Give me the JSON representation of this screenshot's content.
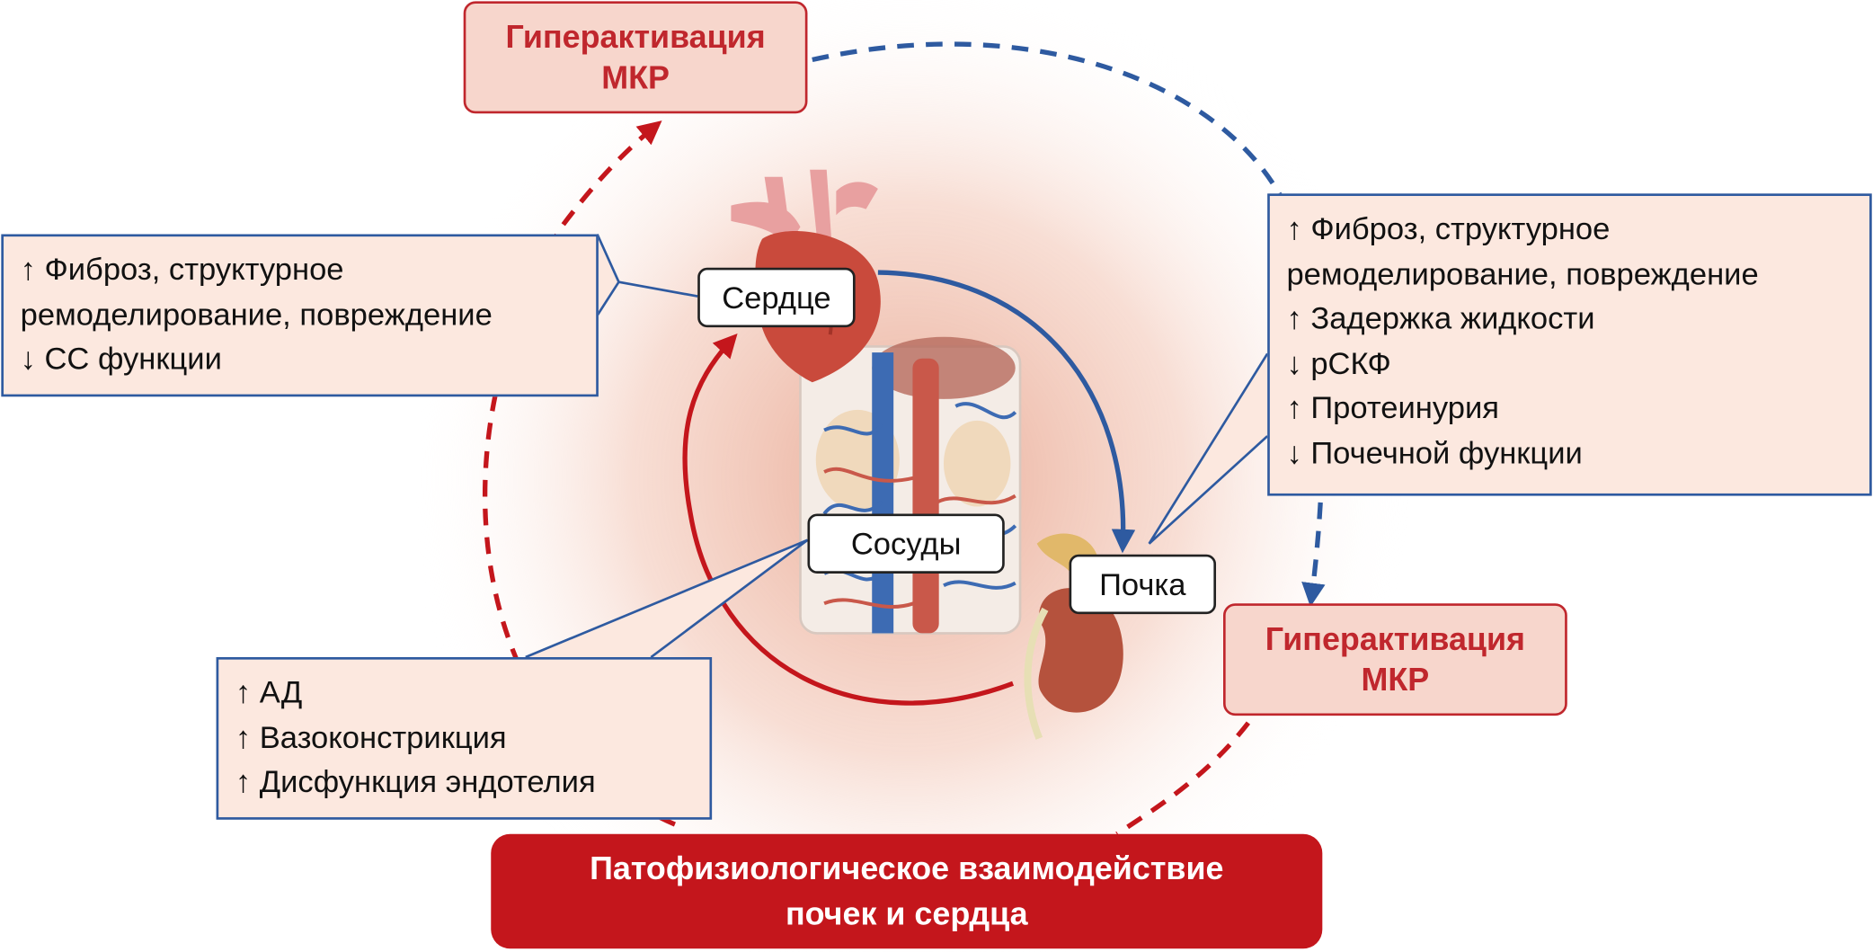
{
  "mkr_top": {
    "line1": "Гиперактивация",
    "line2": "МКР"
  },
  "mkr_right": {
    "line1": "Гиперактивация",
    "line2": "МКР"
  },
  "heart_box": {
    "lines": [
      "↑ Фиброз, структурное",
      "ремоделирование, повреждение",
      "↓ СС функции"
    ]
  },
  "kidney_box": {
    "lines": [
      "↑ Фиброз, структурное",
      "ремоделирование, повреждение",
      "↑ Задержка жидкости",
      "↓ рСКФ",
      "↑ Протеинурия",
      "↓ Почечной функции"
    ]
  },
  "vessels_box": {
    "lines": [
      "↑ АД",
      "↑ Вазоконстрикция",
      "↑ Дисфункция эндотелия"
    ]
  },
  "labels": {
    "heart": "Сердце",
    "kidney": "Почка",
    "vessels": "Сосуды"
  },
  "banner": {
    "line1": "Патофизиологическое взаимодействие",
    "line2": "почек и сердца"
  },
  "colors": {
    "red": "#c4161c",
    "blue": "#2e5aa0",
    "box_fill": "#fce8df",
    "mkr_fill": "#f7d6cc"
  }
}
